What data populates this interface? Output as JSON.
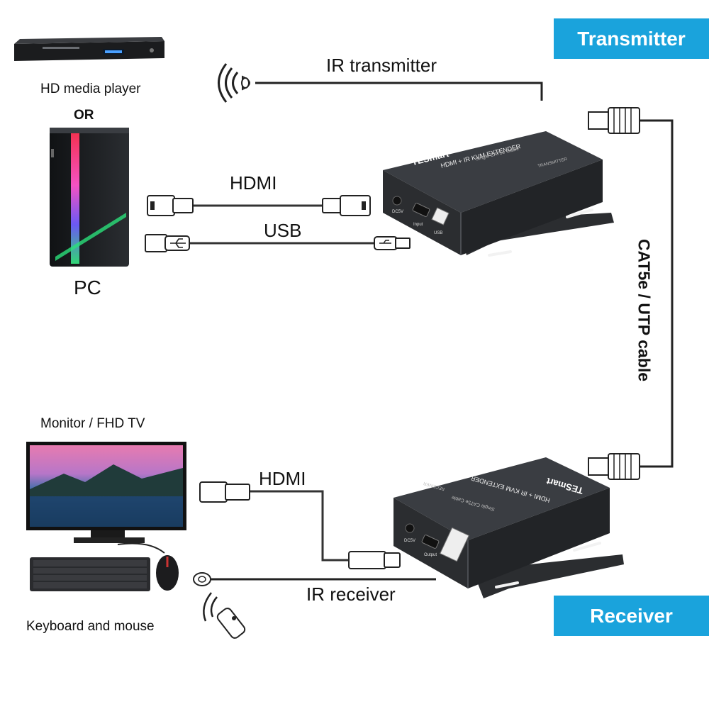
{
  "colors": {
    "banner": "#1aa3dc",
    "cable": "#222222",
    "device_body": "#2b2d30",
    "device_top": "#3a3d42"
  },
  "banners": {
    "transmitter": "Transmitter",
    "receiver": "Receiver"
  },
  "labels": {
    "media_player": "HD media player",
    "or": "OR",
    "pc": "PC",
    "ir_transmitter": "IR transmitter",
    "hdmi_top": "HDMI",
    "usb": "USB",
    "cable": "CAT5e / UTP cable",
    "monitor": "Monitor / FHD TV",
    "hdmi_bottom": "HDMI",
    "ir_receiver": "IR receiver",
    "keyboard_mouse": "Keyboard and mouse"
  },
  "transmitter_device": {
    "brand": "TESmart",
    "model": "HDMI + IR KVM EXTENDER",
    "subtitle": "Single CAT5e Cable",
    "tag": "TRANSMITTER",
    "ports": [
      "DC5V",
      "Input",
      "USB"
    ]
  },
  "receiver_device": {
    "brand": "TESmart",
    "model": "HDMI + IR KVM EXTENDER",
    "subtitle": "Single CAT5e Cable",
    "tag": "RECEIVER",
    "ports": [
      "DC5V",
      "Output"
    ]
  },
  "icons": [
    "ir-emitter-icon",
    "ir-eye-icon",
    "remote-control-icon",
    "usb-icon",
    "rj45-connector-icon"
  ]
}
